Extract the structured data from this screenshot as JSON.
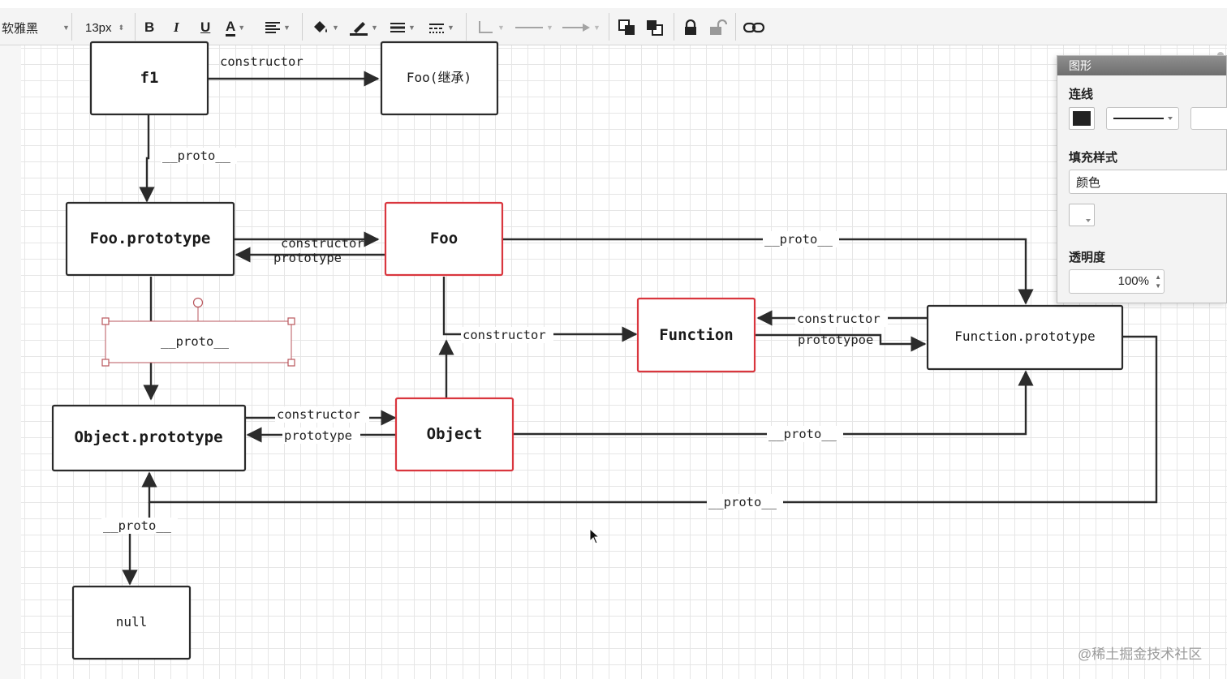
{
  "toolbar": {
    "font_family": "软雅黑",
    "font_size": "13px",
    "bold": "B",
    "italic": "I",
    "underline": "U",
    "font_color": "A"
  },
  "diagram": {
    "nodes": {
      "f1": "f1",
      "foo_inherit": "Foo(继承)",
      "foo_prototype": "Foo.prototype",
      "foo": "Foo",
      "function": "Function",
      "function_prototype": "Function.prototype",
      "object_prototype": "Object.prototype",
      "object": "Object",
      "null": "null"
    },
    "labels": {
      "f1_constructor": "constructor",
      "f1_proto": "__proto__",
      "fooproto_constructor": "constructor",
      "foo_prototype_edge": "prototype",
      "foo_proto_to_fnproto": "__proto__",
      "selected_proto": "__proto__",
      "foo_constructor_function": "constructor",
      "fnproto_constructor": "constructor",
      "function_prototypoe": "prototypoe",
      "objproto_constructor": "constructor",
      "object_prototype_edge": "prototype",
      "object_proto": "__proto__",
      "fnproto_proto": "__proto__",
      "objproto_proto_null": "__proto__"
    }
  },
  "panel": {
    "title": "图形",
    "line_heading": "连线",
    "fill_heading": "填充样式",
    "fill_value": "颜色",
    "opacity_heading": "透明度",
    "opacity_value": "100%"
  },
  "watermark": "@稀土掘金技术社区",
  "colors": {
    "node_border": "#2b2b2b",
    "highlight_border": "#d9363e",
    "grid": "#e6e6e6"
  }
}
